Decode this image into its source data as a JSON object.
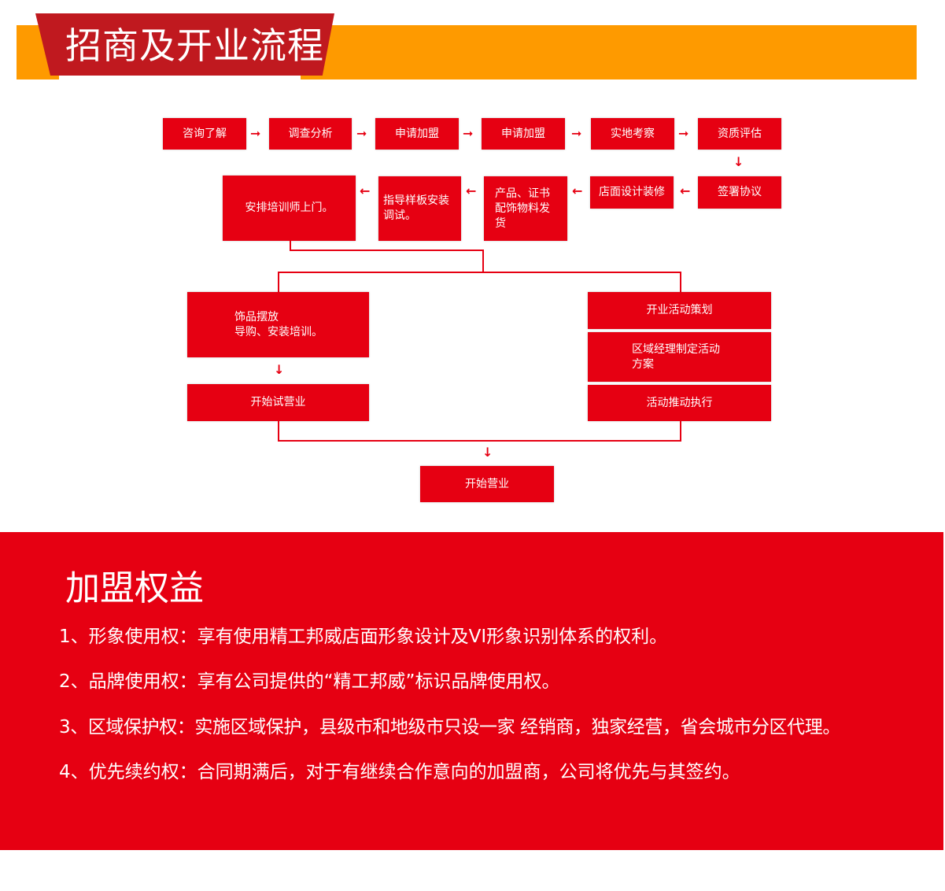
{
  "header": {
    "title": "招商及开业流程"
  },
  "flow": {
    "row1": [
      "咨询了解",
      "调查分析",
      "申请加盟",
      "申请加盟",
      "实地考察",
      "资质评估"
    ],
    "row2": [
      "签署协议",
      "店面设计装修",
      "产品、证书配饰物料发货",
      "指导样板安装调试。",
      "安排培训师上门。"
    ],
    "left_branch": [
      "饰品摆放\n导购、安装培训。",
      "开始试营业"
    ],
    "right_branch": [
      "开业活动策划",
      "区域经理制定活动\n方案",
      "活动推动执行"
    ],
    "final": "开始营业"
  },
  "benefits": {
    "title": "加盟权益",
    "items": [
      "1、形象使用权：享有使用精工邦威店面形象设计及VI形象识别体系的权利。",
      "2、品牌使用权：享有公司提供的“精工邦威”标识品牌使用权。",
      "3、区域保护权：实施区域保护，县级市和地级市只设一家 经销商，独家经营，省会城市分区代理。",
      "4、优先续约权：合同期满后，对于有继续合作意向的加盟商，公司将优先与其签约。"
    ]
  }
}
